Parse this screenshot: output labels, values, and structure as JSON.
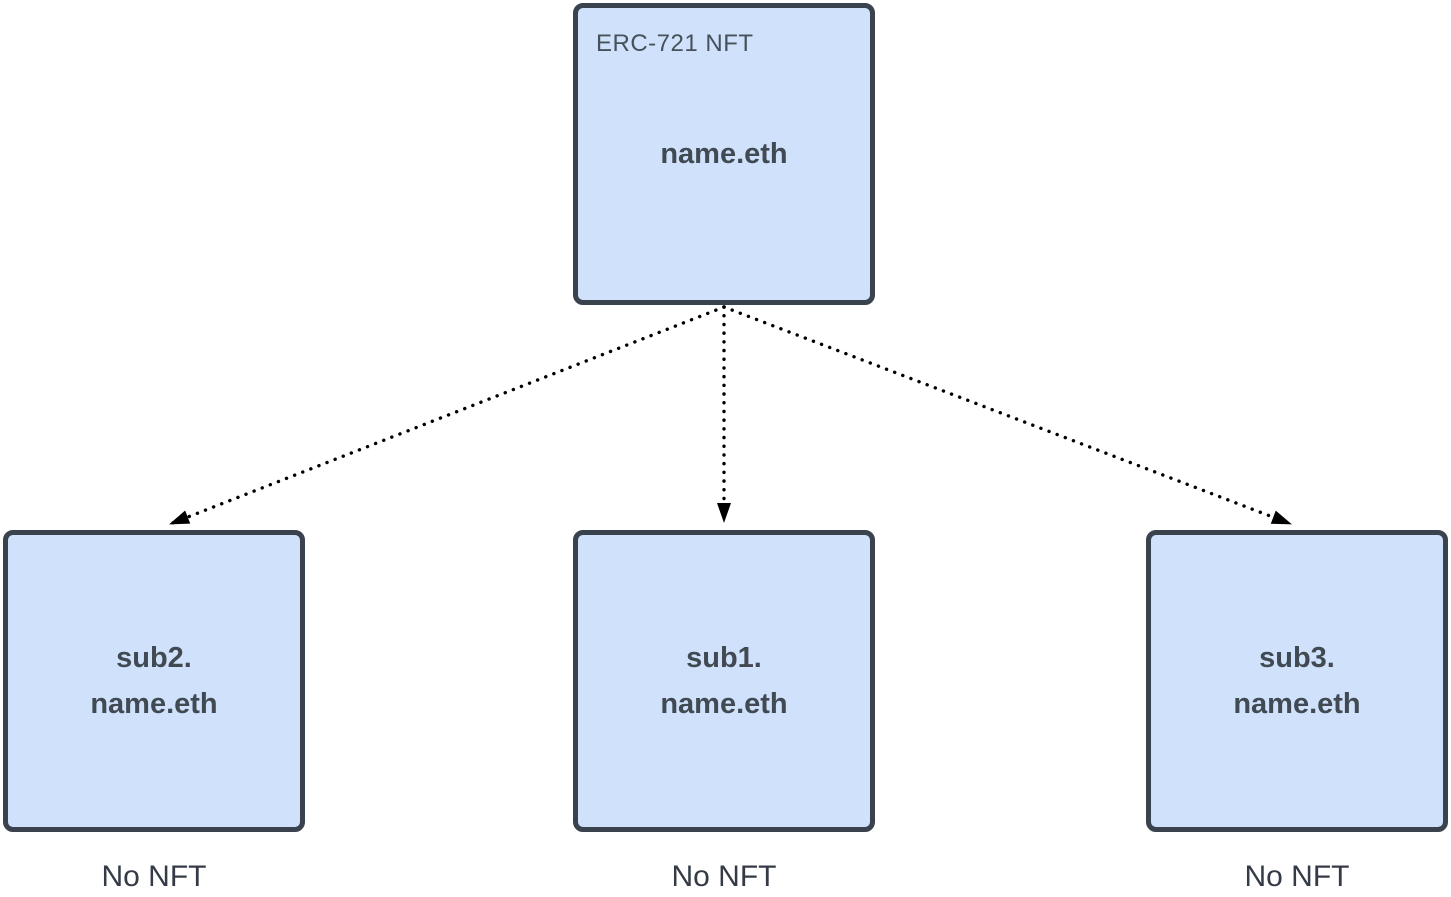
{
  "diagram": {
    "type": "tree",
    "colors": {
      "background": "#ffffff",
      "node_fill": "#d0e2fb",
      "node_border": "#3a424d",
      "node_text": "#414a53",
      "tag_text": "#47515c",
      "label_text": "#343b46",
      "arrow": "#000000"
    },
    "root": {
      "tag": "ERC-721 NFT",
      "name": "name.eth"
    },
    "children": [
      {
        "line1": "sub2.",
        "line2": "name.eth",
        "caption": "No NFT"
      },
      {
        "line1": "sub1.",
        "line2": "name.eth",
        "caption": "No NFT"
      },
      {
        "line1": "sub3.",
        "line2": "name.eth",
        "caption": "No NFT"
      }
    ],
    "edges": [
      {
        "from": "name.eth",
        "to": "sub2.name.eth",
        "style": "dotted-arrow"
      },
      {
        "from": "name.eth",
        "to": "sub1.name.eth",
        "style": "dotted-arrow"
      },
      {
        "from": "name.eth",
        "to": "sub3.name.eth",
        "style": "dotted-arrow"
      }
    ]
  }
}
